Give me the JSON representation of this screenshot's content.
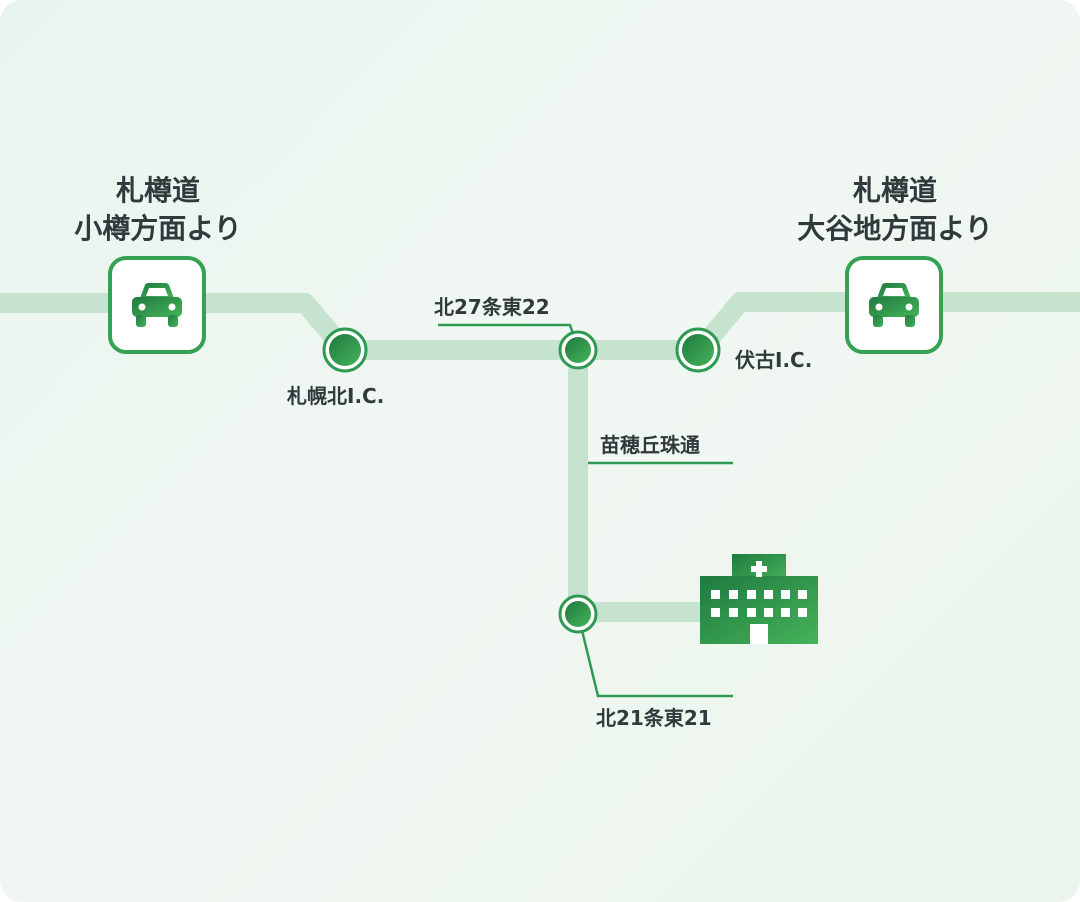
{
  "origins": {
    "otaru": {
      "line1": "札樽道",
      "line2": "小樽方面より",
      "icon": "car-icon"
    },
    "otani": {
      "line1": "札樽道",
      "line2": "大谷地方面より",
      "icon": "car-icon"
    }
  },
  "interchanges": {
    "sapporo_kita": "札幌北I.C.",
    "fushiko": "伏古I.C."
  },
  "intersections": {
    "kita27": "北27条東22",
    "kita21": "北21条東21"
  },
  "street": "苗穂丘珠通",
  "destination": {
    "icon": "hospital-icon"
  },
  "colors": {
    "road": "#c5e3cf",
    "accent": "#2e9a52",
    "node_dark": "#1f7a3f",
    "node_light": "#45b35a",
    "text": "#2f3a3d",
    "background": "#eef6f0"
  }
}
